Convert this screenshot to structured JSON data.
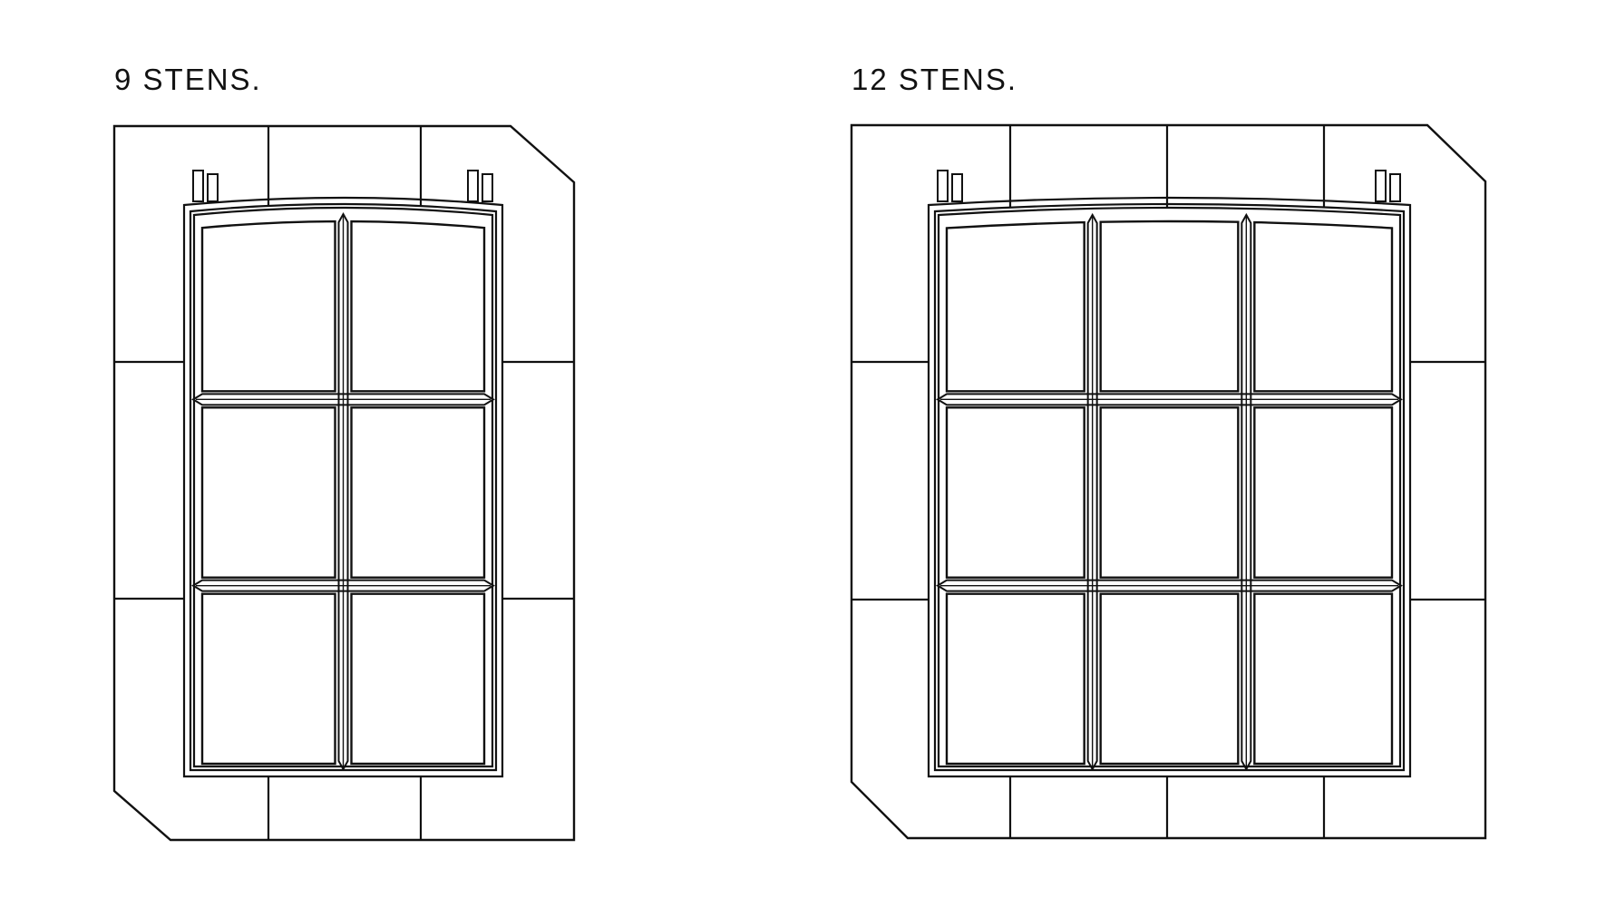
{
  "diagrams": [
    {
      "label": "9 STENS.",
      "panes_cols": 2,
      "panes_rows": 3
    },
    {
      "label": "12 STENS.",
      "panes_cols": 3,
      "panes_rows": 3
    }
  ],
  "colors": {
    "line": "#111111",
    "background": "#ffffff"
  }
}
